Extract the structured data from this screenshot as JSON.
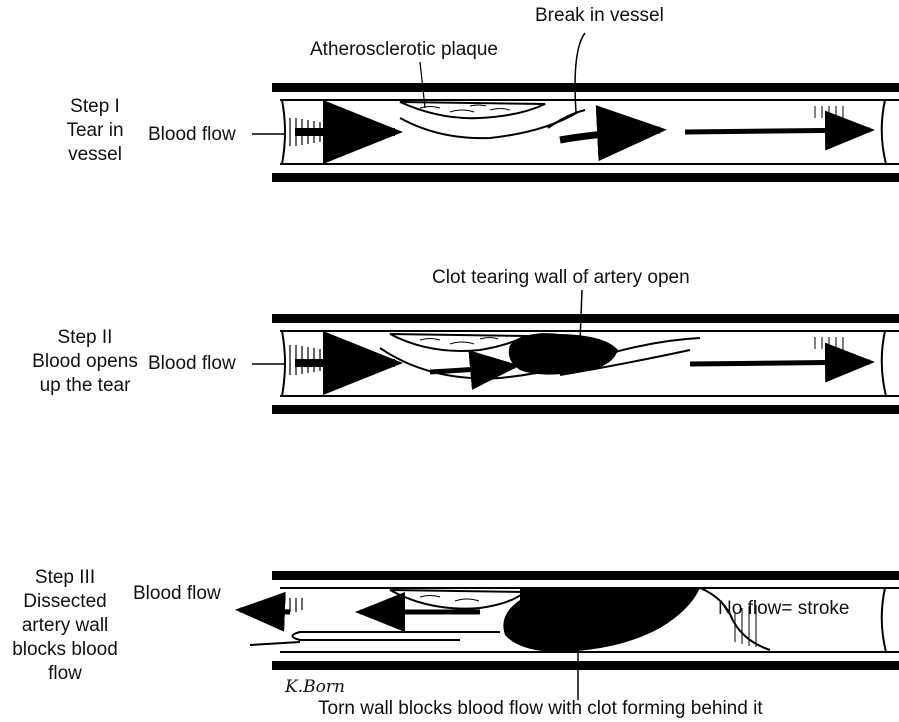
{
  "steps": [
    {
      "label": "Step I\nTear in\nvessel",
      "flow_label": "Blood flow",
      "annotations": [
        "Atherosclerotic plaque",
        "Break in vessel"
      ]
    },
    {
      "label": "Step II\nBlood opens\nup the tear",
      "flow_label": "Blood flow",
      "annotations": [
        "Clot tearing wall of artery open"
      ]
    },
    {
      "label": "Step III\nDissected\nartery wall\nblocks blood\nflow",
      "flow_label": "Blood flow",
      "annotations": [
        "No flow= stroke",
        "Torn wall blocks blood flow with clot forming behind it"
      ]
    }
  ],
  "signature": "K.Born"
}
